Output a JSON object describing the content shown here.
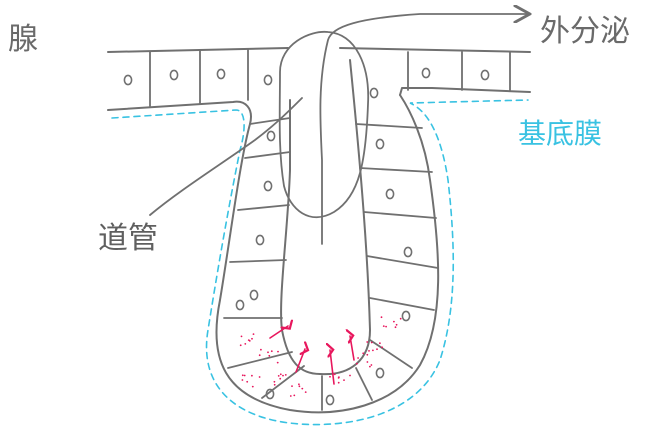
{
  "labels": {
    "title": "腺",
    "secretion": "外分泌",
    "basement_membrane": "基底膜",
    "duct": "道管"
  },
  "colors": {
    "pencil": "#707070",
    "basement_membrane": "#39c2e2",
    "secretion_arrows": "#e8175d",
    "secretion_dots": "#e8175d",
    "background": "#ffffff"
  },
  "icons": {
    "nucleus": "small-oval-outline",
    "secretion_arrow": "up-arrow",
    "secretion_exit_arrow": "right-arrow"
  }
}
